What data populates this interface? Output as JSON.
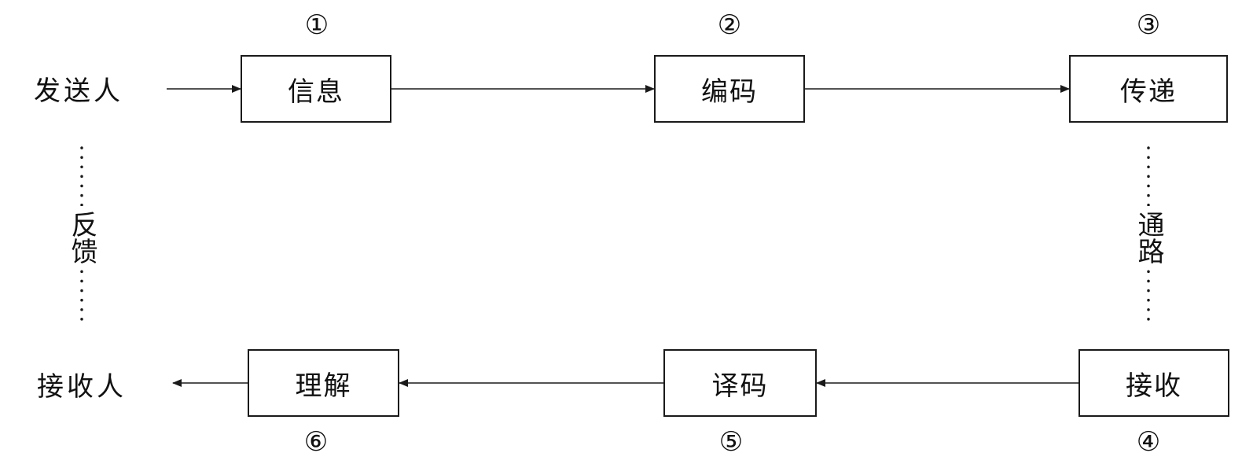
{
  "actors": {
    "sender": "发送人",
    "receiver": "接收人"
  },
  "top_row": [
    {
      "number": "①",
      "label": "信息"
    },
    {
      "number": "②",
      "label": "编码"
    },
    {
      "number": "③",
      "label": "传递"
    }
  ],
  "bottom_row": [
    {
      "number": "⑥",
      "label": "理解"
    },
    {
      "number": "⑤",
      "label": "译码"
    },
    {
      "number": "④",
      "label": "接收"
    }
  ],
  "links": {
    "feedback": "反馈",
    "channel": "通路"
  },
  "colors": {
    "line": "#1a1a1a",
    "background": "#ffffff"
  }
}
